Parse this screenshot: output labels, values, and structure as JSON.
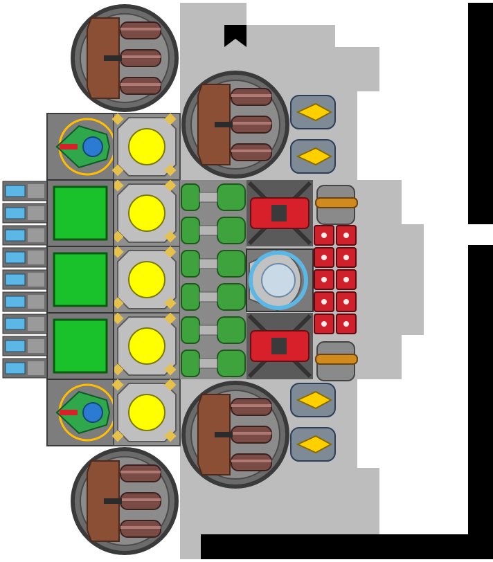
{
  "scene": {
    "name": "ship-builder-grid",
    "colors": {
      "background": "#ffffff",
      "frame": "#000000",
      "hull": "#bdbdbd",
      "turret_brown": "#8a4f34",
      "reactor_yellow": "#ffff00",
      "cargo_green": "#19c22b",
      "pipe_green": "#3ea33c",
      "missile_red": "#d8202a",
      "shield_blue": "#5ab7e6",
      "engine_gold": "#d08a1e"
    }
  },
  "modules": {
    "big_turret": {
      "icon": "heavy-turret-icon",
      "count": 4
    },
    "fighter_bay": {
      "icon": "fighter-bay-icon",
      "count": 2
    },
    "reactor": {
      "icon": "reactor-core-icon",
      "count": 5
    },
    "cargo": {
      "icon": "cargo-hold-icon",
      "count": 3
    },
    "battery_cell": {
      "icon": "battery-cell-icon",
      "count": 9
    },
    "pipes": {
      "icon": "coolant-pipe-icon",
      "count": 2
    },
    "missile_launcher": {
      "icon": "missile-launcher-icon",
      "count": 2
    },
    "shield_dome": {
      "icon": "shield-generator-icon",
      "count": 1
    },
    "ammo_racks": {
      "icon": "ammo-rack-icon",
      "count": 10
    },
    "thruster": {
      "icon": "thruster-icon",
      "count": 4
    },
    "engine": {
      "icon": "engine-icon",
      "count": 2
    },
    "bookmark": {
      "icon": "bookmark-flag-icon",
      "count": 1
    }
  }
}
